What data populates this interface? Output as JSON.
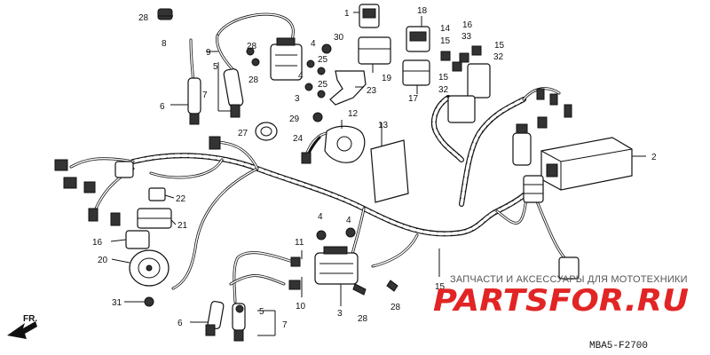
{
  "callouts": [
    {
      "id": "c28a",
      "label": "28"
    },
    {
      "id": "c8",
      "label": "8"
    },
    {
      "id": "c9",
      "label": "9"
    },
    {
      "id": "c28b",
      "label": "28"
    },
    {
      "id": "c5a",
      "label": "5"
    },
    {
      "id": "c28c",
      "label": "28"
    },
    {
      "id": "c7a",
      "label": "7"
    },
    {
      "id": "c6a",
      "label": "6"
    },
    {
      "id": "c1",
      "label": "1"
    },
    {
      "id": "c18",
      "label": "18"
    },
    {
      "id": "c30",
      "label": "30"
    },
    {
      "id": "c4a",
      "label": "4"
    },
    {
      "id": "c25a",
      "label": "25"
    },
    {
      "id": "c25b",
      "label": "25"
    },
    {
      "id": "c4b",
      "label": "4"
    },
    {
      "id": "c3a",
      "label": "3"
    },
    {
      "id": "c19",
      "label": "19"
    },
    {
      "id": "c23",
      "label": "23"
    },
    {
      "id": "c17",
      "label": "17"
    },
    {
      "id": "c14",
      "label": "14"
    },
    {
      "id": "c15a",
      "label": "15"
    },
    {
      "id": "c16",
      "label": "16"
    },
    {
      "id": "c33",
      "label": "33"
    },
    {
      "id": "c15b",
      "label": "15"
    },
    {
      "id": "c32a",
      "label": "32"
    },
    {
      "id": "c15c",
      "label": "15"
    },
    {
      "id": "c32b",
      "label": "32"
    },
    {
      "id": "c29",
      "label": "29"
    },
    {
      "id": "c12",
      "label": "12"
    },
    {
      "id": "c13",
      "label": "13"
    },
    {
      "id": "c27",
      "label": "27"
    },
    {
      "id": "c24",
      "label": "24"
    },
    {
      "id": "c2",
      "label": "2"
    },
    {
      "id": "c22",
      "label": "22"
    },
    {
      "id": "c21",
      "label": "21"
    },
    {
      "id": "c16b",
      "label": "16"
    },
    {
      "id": "c20",
      "label": "20"
    },
    {
      "id": "c4c",
      "label": "4"
    },
    {
      "id": "c4d",
      "label": "4"
    },
    {
      "id": "c11",
      "label": "11"
    },
    {
      "id": "c15d",
      "label": "15"
    },
    {
      "id": "c31",
      "label": "31"
    },
    {
      "id": "c10",
      "label": "10"
    },
    {
      "id": "c5b",
      "label": "5"
    },
    {
      "id": "c6b",
      "label": "6"
    },
    {
      "id": "c7b",
      "label": "7"
    },
    {
      "id": "c3b",
      "label": "3"
    },
    {
      "id": "c28d",
      "label": "28"
    },
    {
      "id": "c28e",
      "label": "28"
    }
  ],
  "watermark": {
    "caption": "ЗАПЧАСТИ И АКСЕССУАРЫ ДЛЯ МОТОТЕХНИКИ",
    "brand": "PARTSFOR.RU",
    "brand_color": "#e22424"
  },
  "fr_label": "FR.",
  "diagram_code": "MBA5-F2700"
}
